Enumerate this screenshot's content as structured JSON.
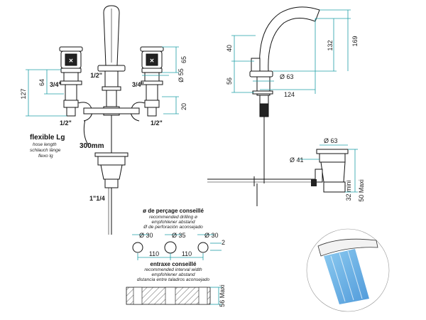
{
  "dimensions": {
    "tap_bolt": "1/2\"",
    "valve_thread_left": "3/4\"",
    "valve_thread_right": "3/4\"",
    "valve_bottom_left": "1/2\"",
    "valve_bottom_right": "1/2\"",
    "height_127": "127",
    "height_64": "64",
    "height_65": "65",
    "dia_55": "Ø 55",
    "height_20": "20",
    "hose_length": "300mm",
    "waste_thread": "1\"1/4",
    "side_40": "40",
    "side_56": "56",
    "dia_63_top": "Ø 63",
    "reach_124": "124",
    "height_132": "132",
    "height_169": "169",
    "dia_63_waste": "Ø 63",
    "dia_41": "Ø 41",
    "waste_32_min": "32 mini",
    "waste_50_max": "50 Maxi",
    "hole_30_left": "Ø 30",
    "hole_35": "Ø 35",
    "hole_30_right": "Ø 30",
    "spacing_110_left": "110",
    "spacing_110_right": "110",
    "gap_2": "2",
    "depth_56_max": "56 Maxi"
  },
  "flexible": {
    "title": "flexible Lg",
    "line1": "hose length",
    "line2": "schlauch länge",
    "line3": "flexo lg"
  },
  "drilling": {
    "title": "ø de perçage conseillé",
    "line1": "recommended drilling ø",
    "line2": "empfohlener abstand",
    "line3": "Ø de perforación aconsejado"
  },
  "interval": {
    "title": "entraxe conseillé",
    "line1": "recommended interval width",
    "line2": "empfohlener abstand",
    "line3": "distancia entre taladros aconsejado"
  },
  "colors": {
    "dimension_lines": "#1f9fa6",
    "drawing_lines": "#111111",
    "water_stream": "#4aa3df"
  },
  "icons": [
    "water-stream-icon"
  ]
}
